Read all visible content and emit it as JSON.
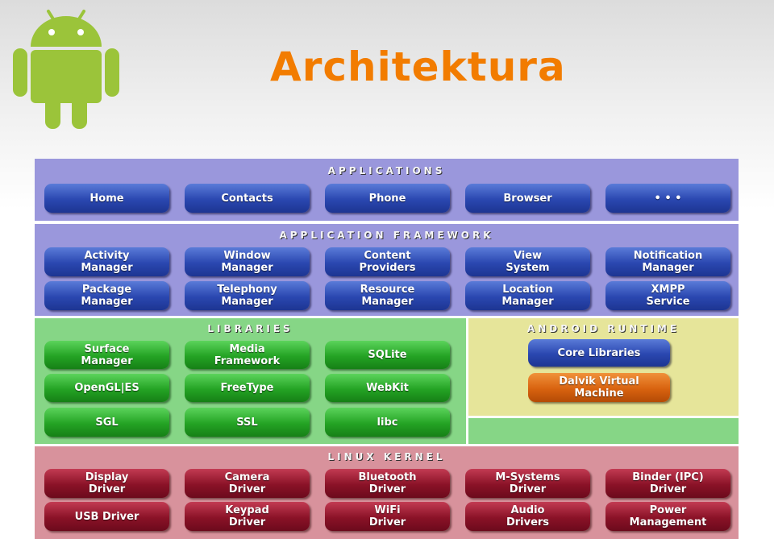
{
  "title": "Architektura",
  "colors": {
    "title": "#f27c00",
    "android_logo": "#9bc43a",
    "applications_layer": "#9a97dc",
    "framework_layer": "#9a97dc",
    "libraries_layer": "#86d686",
    "runtime_layer": "#e6e59a",
    "kernel_layer": "#d8929c",
    "box_blue": "#2a47b0",
    "box_green": "#24a324",
    "box_red": "#8a1227",
    "box_orange": "#d8620f"
  },
  "logo": {
    "icon": "android-robot-icon"
  },
  "diagram": {
    "applications": {
      "title": "APPLICATIONS",
      "items": [
        "Home",
        "Contacts",
        "Phone",
        "Browser",
        "• • •"
      ]
    },
    "framework": {
      "title": "APPLICATION FRAMEWORK",
      "row1": [
        "Activity\nManager",
        "Window\nManager",
        "Content\nProviders",
        "View\nSystem",
        "Notification\nManager"
      ],
      "row2": [
        "Package\nManager",
        "Telephony\nManager",
        "Resource\nManager",
        "Location\nManager",
        "XMPP\nService"
      ]
    },
    "libraries": {
      "title": "LIBRARIES",
      "row1": [
        "Surface\nManager",
        "Media\nFramework",
        "SQLite"
      ],
      "row2": [
        "OpenGL|ES",
        "FreeType",
        "WebKit"
      ],
      "row3": [
        "SGL",
        "SSL",
        "libc"
      ]
    },
    "runtime": {
      "title": "ANDROID RUNTIME",
      "core": "Core Libraries",
      "vm": "Dalvik Virtual\nMachine"
    },
    "kernel": {
      "title": "LINUX KERNEL",
      "row1": [
        "Display\nDriver",
        "Camera\nDriver",
        "Bluetooth\nDriver",
        "M-Systems\nDriver",
        "Binder (IPC)\nDriver"
      ],
      "row2": [
        "USB Driver",
        "Keypad\nDriver",
        "WiFi\nDriver",
        "Audio\nDrivers",
        "Power\nManagement"
      ]
    }
  }
}
